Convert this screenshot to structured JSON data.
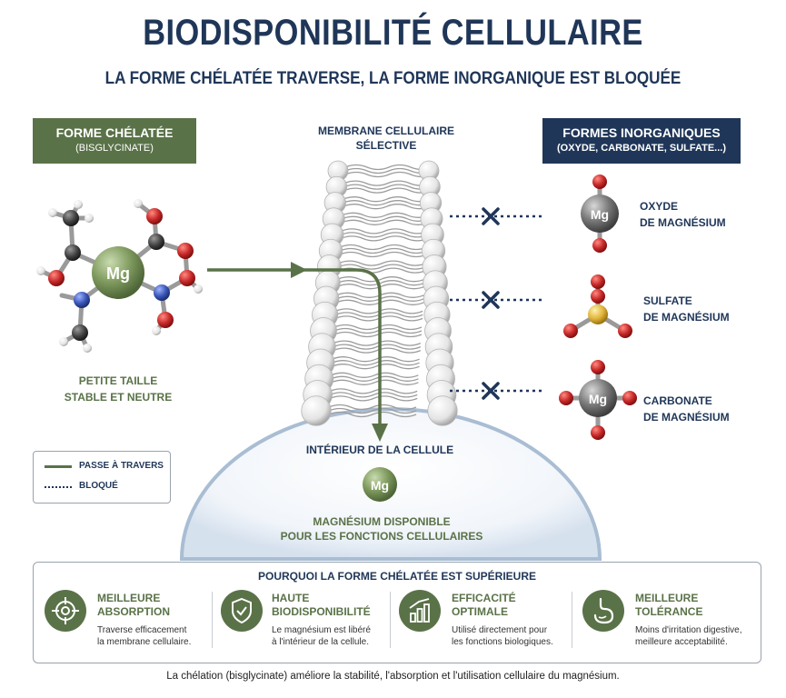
{
  "title": "BIODISPONIBILITÉ CELLULAIRE",
  "subtitle": "LA FORME CHÉLATÉE TRAVERSE, LA FORME INORGANIQUE EST BLOQUÉE",
  "left_panel": {
    "header": "FORME CHÉLATÉE",
    "subheader": "(BISGLYCINATE)",
    "atom_label": "Mg",
    "caption_line1": "PETITE TAILLE",
    "caption_line2": "STABLE ET NEUTRE"
  },
  "membrane": {
    "title_line1": "MEMBRANE CELLULAIRE",
    "title_line2": "SÉLECTIVE"
  },
  "right_panel": {
    "header": "FORMES INORGANIQUES",
    "subheader": "(OXYDE, CARBONATE, SULFATE...)",
    "molecules": [
      {
        "atom": "Mg",
        "line1": "OXYDE",
        "line2": "DE MAGNÉSIUM"
      },
      {
        "atom": "",
        "line1": "SULFATE",
        "line2": "DE MAGNÉSIUM"
      },
      {
        "atom": "Mg",
        "line1": "CARBONATE",
        "line2": "DE MAGNÉSIUM"
      }
    ]
  },
  "cell": {
    "title": "INTÉRIEUR DE LA CELLULE",
    "atom": "Mg",
    "caption_line1": "MAGNÉSIUM DISPONIBLE",
    "caption_line2": "POUR LES FONCTIONS CELLULAIRES"
  },
  "legend": {
    "pass": "PASSE À TRAVERS",
    "blocked": "BLOQUÉ"
  },
  "benefits": {
    "title": "POURQUOI LA FORME CHÉLATÉE EST SUPÉRIEURE",
    "items": [
      {
        "icon": "target-icon",
        "h1": "MEILLEURE",
        "h2": "ABSORPTION",
        "d1": "Traverse efficacement",
        "d2": "la membrane cellulaire."
      },
      {
        "icon": "shield-check-icon",
        "h1": "HAUTE",
        "h2": "BIODISPONIBILITÉ",
        "d1": "Le magnésium est libéré",
        "d2": "à l'intérieur de la cellule."
      },
      {
        "icon": "bar-chart-icon",
        "h1": "EFFICACITÉ",
        "h2": "OPTIMALE",
        "d1": "Utilisé directement pour",
        "d2": "les fonctions biologiques."
      },
      {
        "icon": "stomach-icon",
        "h1": "MEILLEURE",
        "h2": "TOLÉRANCE",
        "d1": "Moins d'irritation digestive,",
        "d2": "meilleure acceptabilité."
      }
    ]
  },
  "footer": "La chélation (bisglycinate) améliore la stabilité, l'absorption et l'utilisation cellulaire du magnésium.",
  "colors": {
    "navy": "#1f3658",
    "green": "#5a7248",
    "oxygen": "#c62828",
    "sulfur": "#e0b43a",
    "magnesium_gray": "#6b6b6b"
  }
}
